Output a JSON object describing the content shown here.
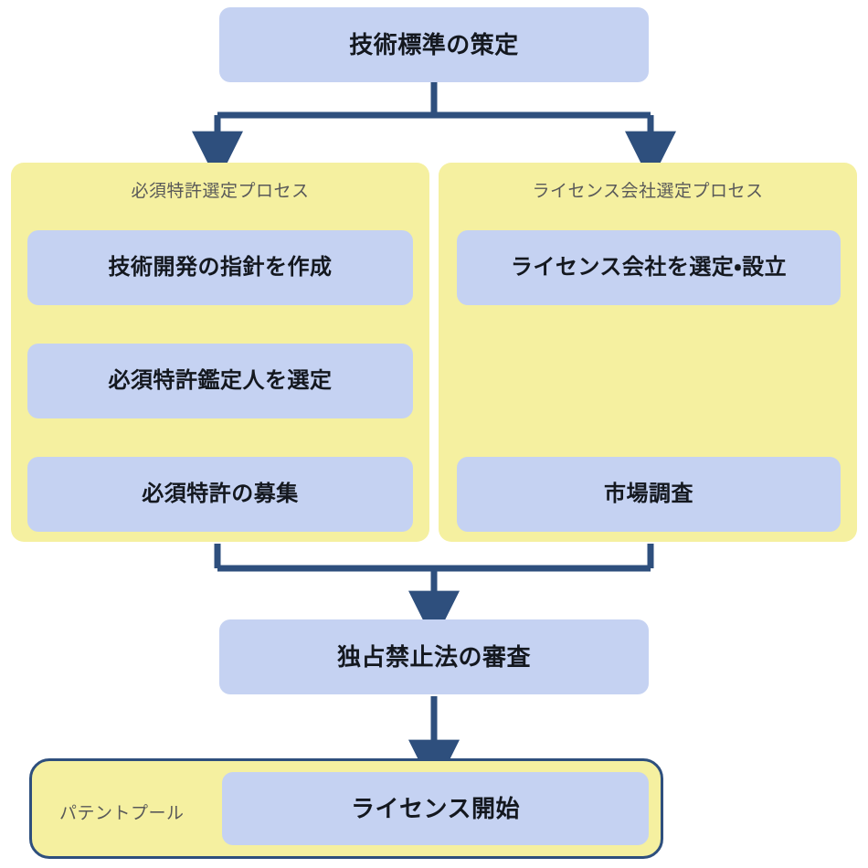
{
  "diagram": {
    "title_node": {
      "label": "技術標準の策定"
    },
    "groups": [
      {
        "name": "essential-patent-selection",
        "label": "必須特許選定プロセス",
        "steps": [
          {
            "label": "技術開発の指針を作成"
          },
          {
            "label": "必須特許鑑定人を選定"
          },
          {
            "label": "必須特許の募集"
          }
        ]
      },
      {
        "name": "licensing-company-selection",
        "label": "ライセンス会社選定プロセス",
        "steps": [
          {
            "label": "ライセンス会社を選定・設立"
          },
          {
            "label": "市場調査"
          }
        ]
      }
    ],
    "review_node": {
      "label": "独占禁止法の審査"
    },
    "pool": {
      "label": "パテントプール",
      "node": {
        "label": "ライセンス開始"
      }
    },
    "colors": {
      "node_fill": "#c5d2f2",
      "group_fill": "#f5f0a0",
      "connector": "#2e4f7d",
      "node_text": "#14181f",
      "label_text": "#595959",
      "background": "#ffffff"
    }
  }
}
